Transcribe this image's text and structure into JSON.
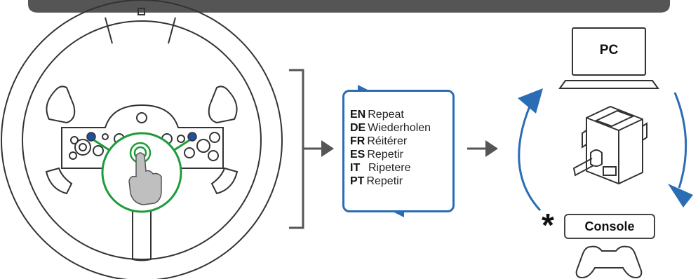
{
  "repeat_box": {
    "rows": [
      {
        "code": "EN",
        "label": "Repeat"
      },
      {
        "code": "DE",
        "label": "Wiederholen"
      },
      {
        "code": "FR",
        "label": "Réitérer"
      },
      {
        "code": "ES",
        "label": "Repetir"
      },
      {
        "code": "IT",
        "label": "Ripetere"
      },
      {
        "code": "PT",
        "label": "Repetir"
      }
    ]
  },
  "devices": {
    "pc_label": "PC",
    "console_label": "Console",
    "console_footnote_mark": "*"
  },
  "icons": {
    "steering_wheel": "steering-wheel-icon",
    "press_button": "finger-press-icon",
    "pc": "laptop-icon",
    "mode_switch": "mode-switch-icon",
    "gamepad": "gamepad-icon"
  },
  "colors": {
    "accent_blue": "#2a6db5",
    "highlight_green": "#1e9b3c",
    "button_blue": "#1f4fa0",
    "arrow_gray": "#555555",
    "line_dark": "#333333"
  }
}
